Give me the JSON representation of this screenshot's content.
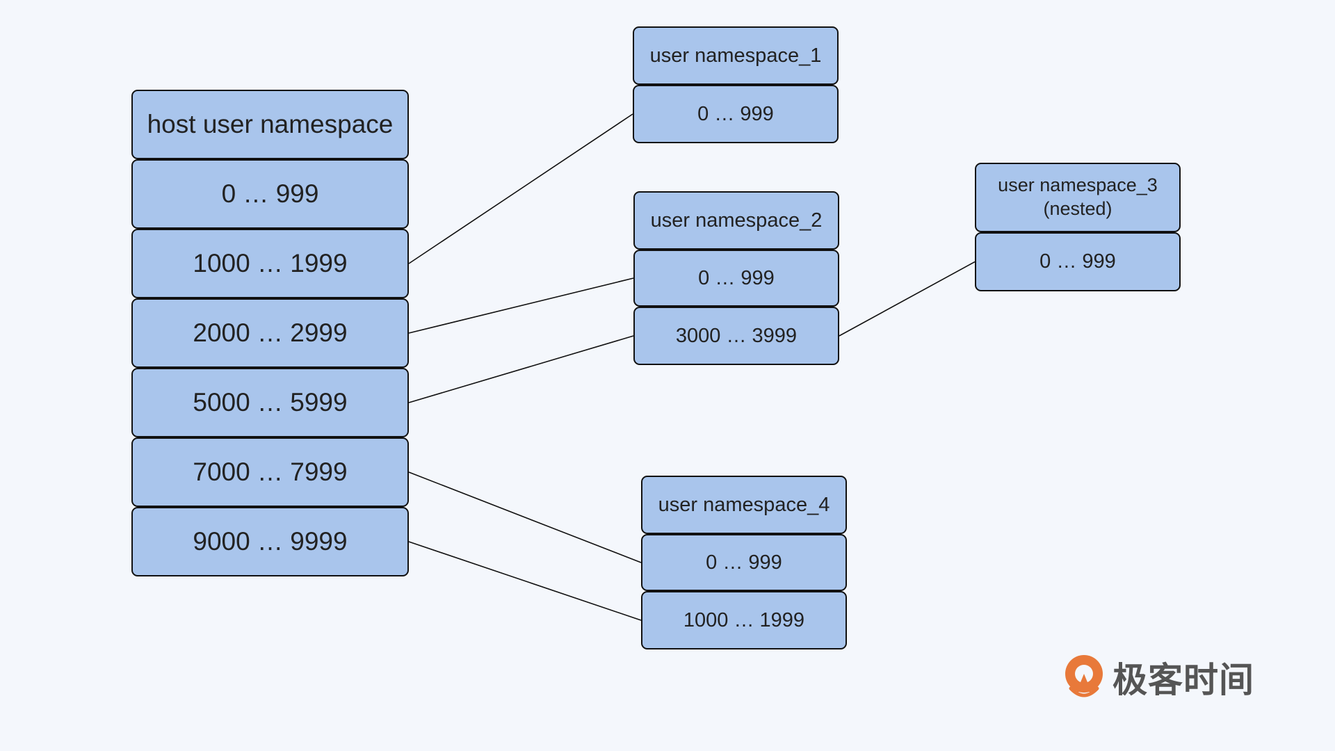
{
  "diagram": {
    "host": {
      "title": "host user namespace",
      "ranges": [
        "0 … 999",
        "1000 … 1999",
        "2000 … 2999",
        "5000 … 5999",
        "7000 … 7999",
        "9000 … 9999"
      ]
    },
    "ns1": {
      "title": "user namespace_1",
      "ranges": [
        "0 … 999"
      ]
    },
    "ns2": {
      "title": "user namespace_2",
      "ranges": [
        "0 … 999",
        "3000 … 3999"
      ]
    },
    "ns3": {
      "title_line1": "user namespace_3",
      "title_line2": "(nested)",
      "ranges": [
        "0 … 999"
      ]
    },
    "ns4": {
      "title": "user namespace_4",
      "ranges": [
        "0 … 999",
        "1000 … 1999"
      ]
    },
    "mappings": [
      {
        "from": "host-r1",
        "to": "ns1-r0"
      },
      {
        "from": "host-r2",
        "to": "ns2-r0"
      },
      {
        "from": "host-r3",
        "to": "ns2-r1"
      },
      {
        "from": "ns2-r1",
        "to": "ns3-r0"
      },
      {
        "from": "host-r4",
        "to": "ns4-r0"
      },
      {
        "from": "host-r5",
        "to": "ns4-r1"
      }
    ],
    "colors": {
      "box_fill": "#a9c5ec",
      "box_border": "#111111",
      "line": "#111111",
      "background": "#f4f7fc",
      "logo_orange": "#e8793a"
    }
  },
  "brand": {
    "logo_text": "极客时间",
    "logo_icon": "geektime-logo-icon"
  }
}
